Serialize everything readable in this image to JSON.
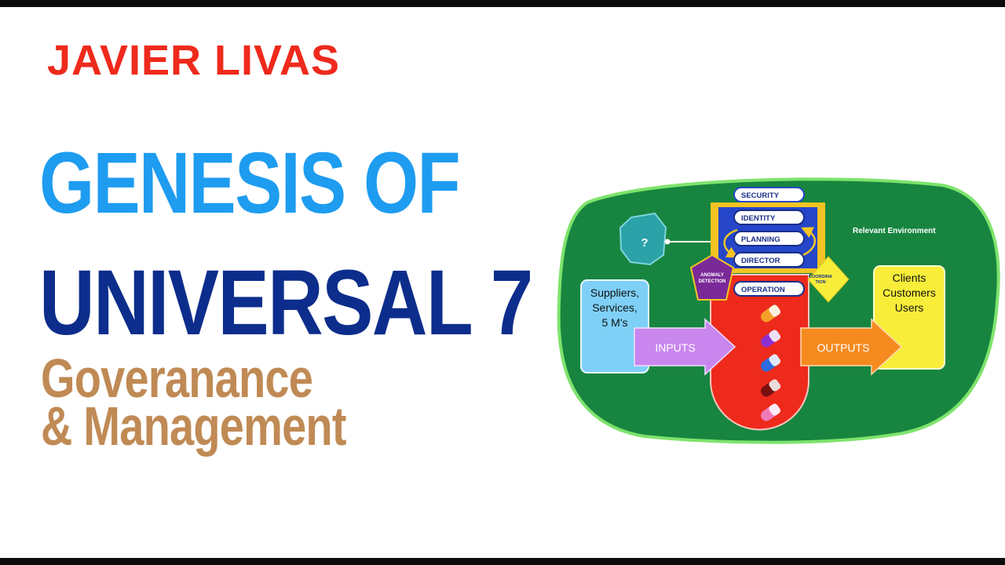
{
  "author": "JAVIER LIVAS",
  "title": {
    "line1": "GENESIS OF",
    "line2": "UNIVERSAL 7",
    "sub1": "Goveranance",
    "sub2": "& Management"
  },
  "diagram": {
    "environment_label": "Relevant Environment",
    "unknown_label": "?",
    "functions": {
      "security": "SECURITY",
      "identity": "IDENTITY",
      "planning": "PLANNING",
      "director": "DIRECTOR",
      "operation": "OPERATION"
    },
    "anomaly": {
      "line1": "ANOMALY",
      "line2": "DETECTION"
    },
    "coordination": {
      "line1": "COORDINA",
      "line2": "TION"
    },
    "suppliers": {
      "line1": "Suppliers,",
      "line2": "Services,",
      "line3": "5 M's"
    },
    "clients": {
      "line1": "Clients",
      "line2": "Customers",
      "line3": "Users"
    },
    "inputs_label": "INPUTS",
    "outputs_label": "OUTPUTS",
    "colors": {
      "environment": "#17853f",
      "environment_border": "#7ee36d",
      "operation": "#ee2a1c",
      "management": "#2546c9",
      "management_frame": "#f3c423",
      "inputs_arrow": "#c986ee",
      "outputs_arrow": "#f58a1f",
      "suppliers_box": "#7fd0f7",
      "clients_box": "#f8ee3a"
    }
  }
}
